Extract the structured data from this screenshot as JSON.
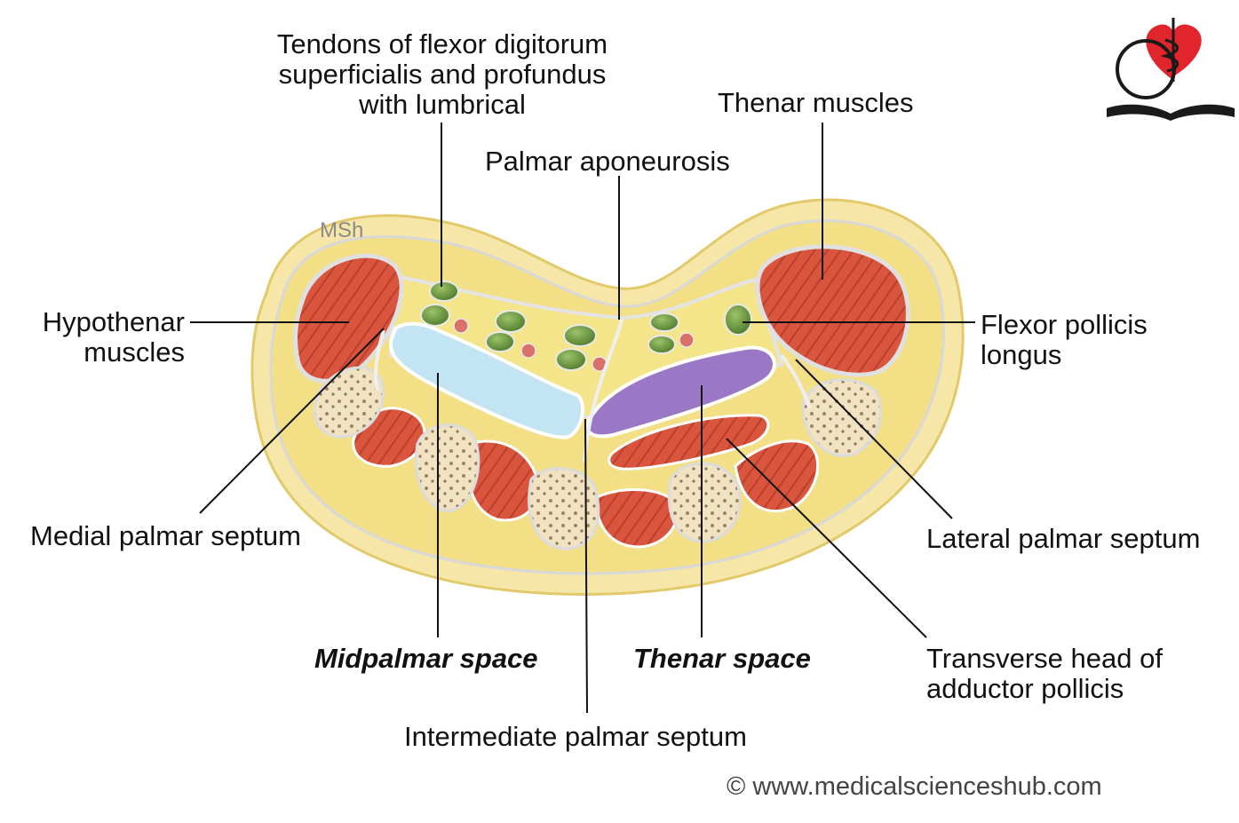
{
  "watermark": "MSh",
  "copyright": "© www.medicalscienceshub.com",
  "logo": {
    "name": "medicalscienceshub-logo",
    "colors": {
      "heart": "#e0262b",
      "ink": "#1a1a1a"
    }
  },
  "labels": {
    "tendons": "Tendons of flexor digitorum\nsuperficialis and profundus\nwith lumbrical",
    "thenar_muscles": "Thenar muscles",
    "palmar_aponeurosis": "Palmar aponeurosis",
    "hypothenar_muscles": "Hypothenar\nmuscles",
    "flexor_pollicis_longus": "Flexor pollicis\nlongus",
    "medial_palmar_septum": "Medial palmar septum",
    "lateral_palmar_septum": "Lateral palmar septum",
    "midpalmar_space": "Midpalmar space",
    "thenar_space": "Thenar space",
    "transverse_head": "Transverse head of\nadductor pollicis",
    "intermediate_palmar_septum": "Intermediate palmar septum"
  },
  "colors": {
    "fat": "#f3e38e",
    "skin": "#f6e8b0",
    "muscle": "#d9553d",
    "midpalmar": "#bfe3f2",
    "thenar": "#9b79c7",
    "tendon": "#6c9a3f",
    "bone": "#f3e6c6",
    "septum": "#e6e6e6"
  }
}
